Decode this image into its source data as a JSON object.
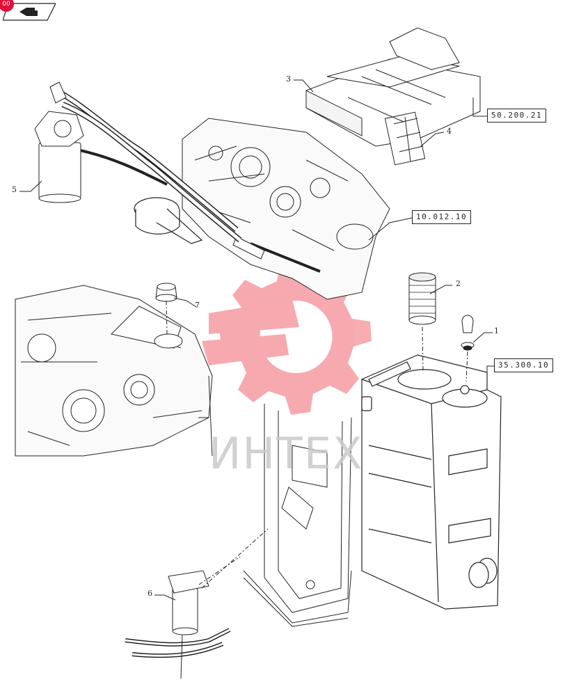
{
  "nav": {
    "badge_text": "00",
    "icon": "back-arrow-icon"
  },
  "references": {
    "ref_50200": "50.200.21",
    "ref_10012": "10.012.10",
    "ref_35300": "35.300.10"
  },
  "callouts": {
    "c1": "1",
    "c2": "2",
    "c3": "3",
    "c4": "4",
    "c5": "5",
    "c6": "6",
    "c7": "7"
  },
  "watermark": {
    "text": "ИНТЕХ",
    "color": "#e8101e"
  }
}
